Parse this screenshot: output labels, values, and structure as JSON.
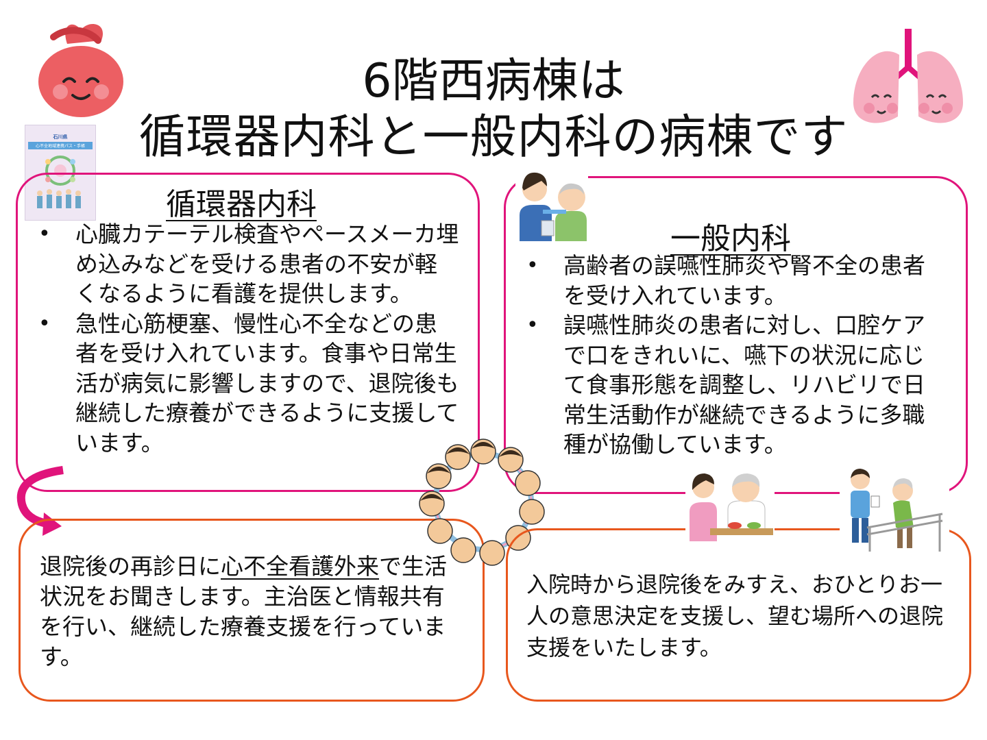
{
  "title": {
    "line1": "6階西病棟は",
    "line2": "循環器内科と一般内科の病棟です"
  },
  "cardiology": {
    "heading": "循環器内科",
    "bullets": [
      "心臓カテーテル検査やペースメーカ埋め込みなどを受ける患者の不安が軽くなるように看護を提供します。",
      "急性心筋梗塞、慢性心不全などの患者を受け入れています。食事や日常生活が病気に影響しますので、退院後も継続した療養ができるように支援しています。"
    ]
  },
  "general": {
    "heading": "一般内科",
    "bullets": [
      "高齢者の誤嚥性肺炎や腎不全の患者を受け入れています。",
      "誤嚥性肺炎の患者に対し、口腔ケアで口をきれいに、嚥下の状況に応じて食事形態を調整し、リハビリで日常生活動作が継続できるように多職種が協働しています。"
    ]
  },
  "outpatient": {
    "pre": "退院後の再診日に",
    "emph": "心不全看護外来",
    "post": "で生活状況をお聞きします。主治医と情報共有を行い、継続した療養支援を行っています。"
  },
  "discharge": {
    "text": "入院時から退院後をみすえ、おひとりお一人の意思決定を支援し、望む場所への退院支援をいたします。"
  },
  "booklet": {
    "pref": "石川県",
    "title": "心不全地域連携パス・手帳"
  },
  "colors": {
    "pink_border": "#e0147b",
    "orange_border": "#e8571d",
    "arrow": "#e0147b"
  },
  "icons": [
    "heart-character-icon",
    "lungs-character-icon",
    "nurse-brushing-teeth-icon",
    "team-circle-icon",
    "caregiver-feeding-icon",
    "rehab-walking-icon",
    "booklet-icon",
    "curved-arrow-icon"
  ]
}
